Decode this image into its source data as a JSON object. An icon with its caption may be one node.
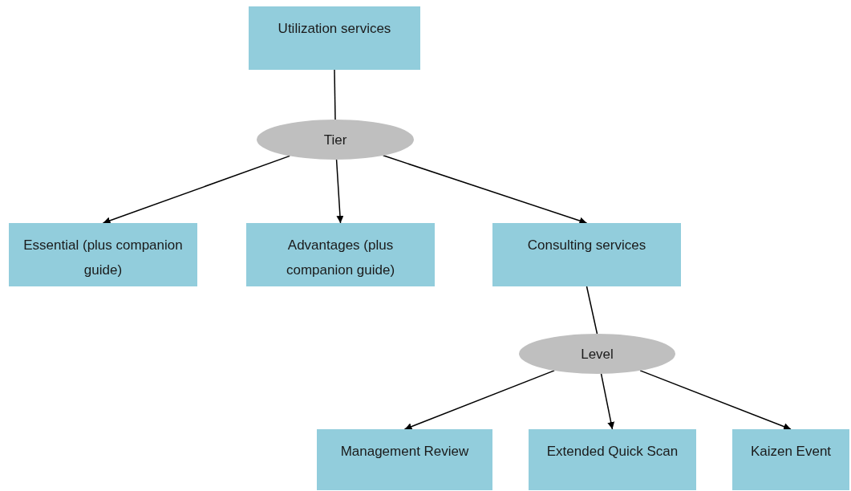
{
  "diagram": {
    "nodes": [
      {
        "text": [
          "Utilization services"
        ]
      },
      {
        "text": [
          "Tier"
        ]
      },
      {
        "text": [
          "Essential (plus companion guide)"
        ]
      },
      {
        "text": [
          "Advantages (plus companion guide)"
        ]
      },
      {
        "text": [
          "Consulting services"
        ]
      },
      {
        "text": [
          "Level"
        ]
      },
      {
        "text": [
          "Management Review"
        ]
      },
      {
        "text": [
          "Extended Quick Scan"
        ]
      },
      {
        "text": [
          "Kaizen Event"
        ]
      }
    ],
    "edges": [
      {
        "from": 0,
        "to": 1,
        "arrow": "none"
      },
      {
        "from": 1,
        "to": 2,
        "arrow": "to"
      },
      {
        "from": 1,
        "to": 3,
        "arrow": "to"
      },
      {
        "from": 1,
        "to": 4,
        "arrow": "to"
      },
      {
        "from": 4,
        "to": 5,
        "arrow": "none"
      },
      {
        "from": 5,
        "to": 6,
        "arrow": "to"
      },
      {
        "from": 5,
        "to": 7,
        "arrow": "to"
      },
      {
        "from": 5,
        "to": 8,
        "arrow": "to"
      }
    ]
  }
}
